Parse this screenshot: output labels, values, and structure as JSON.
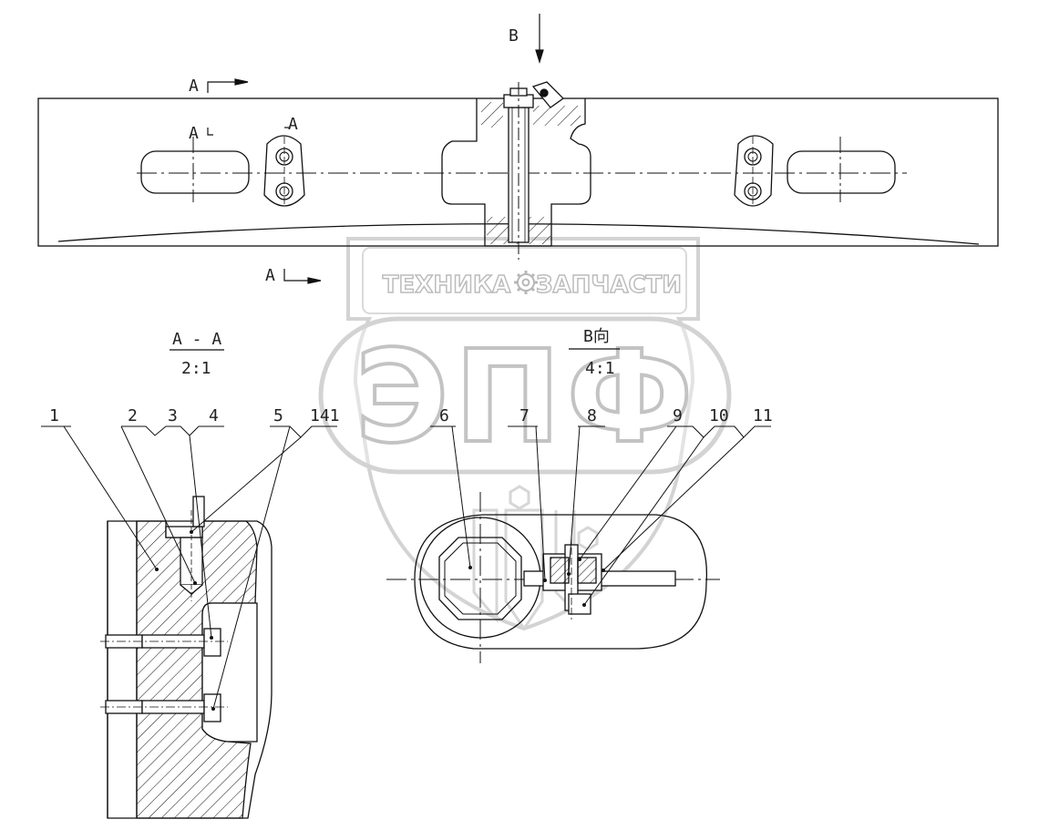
{
  "view_labels": {
    "b_arrow": "B",
    "a_top": "A",
    "a_bottom": "A",
    "a_hole_left": "A",
    "a_hole_right": "A"
  },
  "section_aa": {
    "title": "A - A",
    "scale": "2:1"
  },
  "view_b": {
    "title": "B向",
    "scale": "4:1"
  },
  "parts": [
    "1",
    "2",
    "3",
    "4",
    "5",
    "141",
    "6",
    "7",
    "8",
    "9",
    "10",
    "11"
  ],
  "watermark": {
    "line1_left": "ТЕХНИКА",
    "line1_right": "ЗАПЧАСТИ",
    "main": "ЭПФ",
    "gear_icon": "gear-icon"
  },
  "colors": {
    "line": "#111111",
    "watermark": "#c8c8c8"
  }
}
